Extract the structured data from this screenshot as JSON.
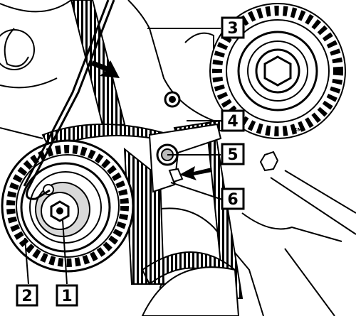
{
  "diagram": {
    "callouts": [
      {
        "id": "1",
        "label": "1"
      },
      {
        "id": "2",
        "label": "2"
      },
      {
        "id": "3",
        "label": "3"
      },
      {
        "id": "4",
        "label": "4"
      },
      {
        "id": "5",
        "label": "5"
      },
      {
        "id": "6",
        "label": "6"
      }
    ],
    "watermark": "RMI",
    "colors": {
      "line": "#000000",
      "fill": "#ffffff",
      "shade": "#d9d9d9"
    },
    "icons": [
      "arrow-pointer-icon"
    ]
  }
}
